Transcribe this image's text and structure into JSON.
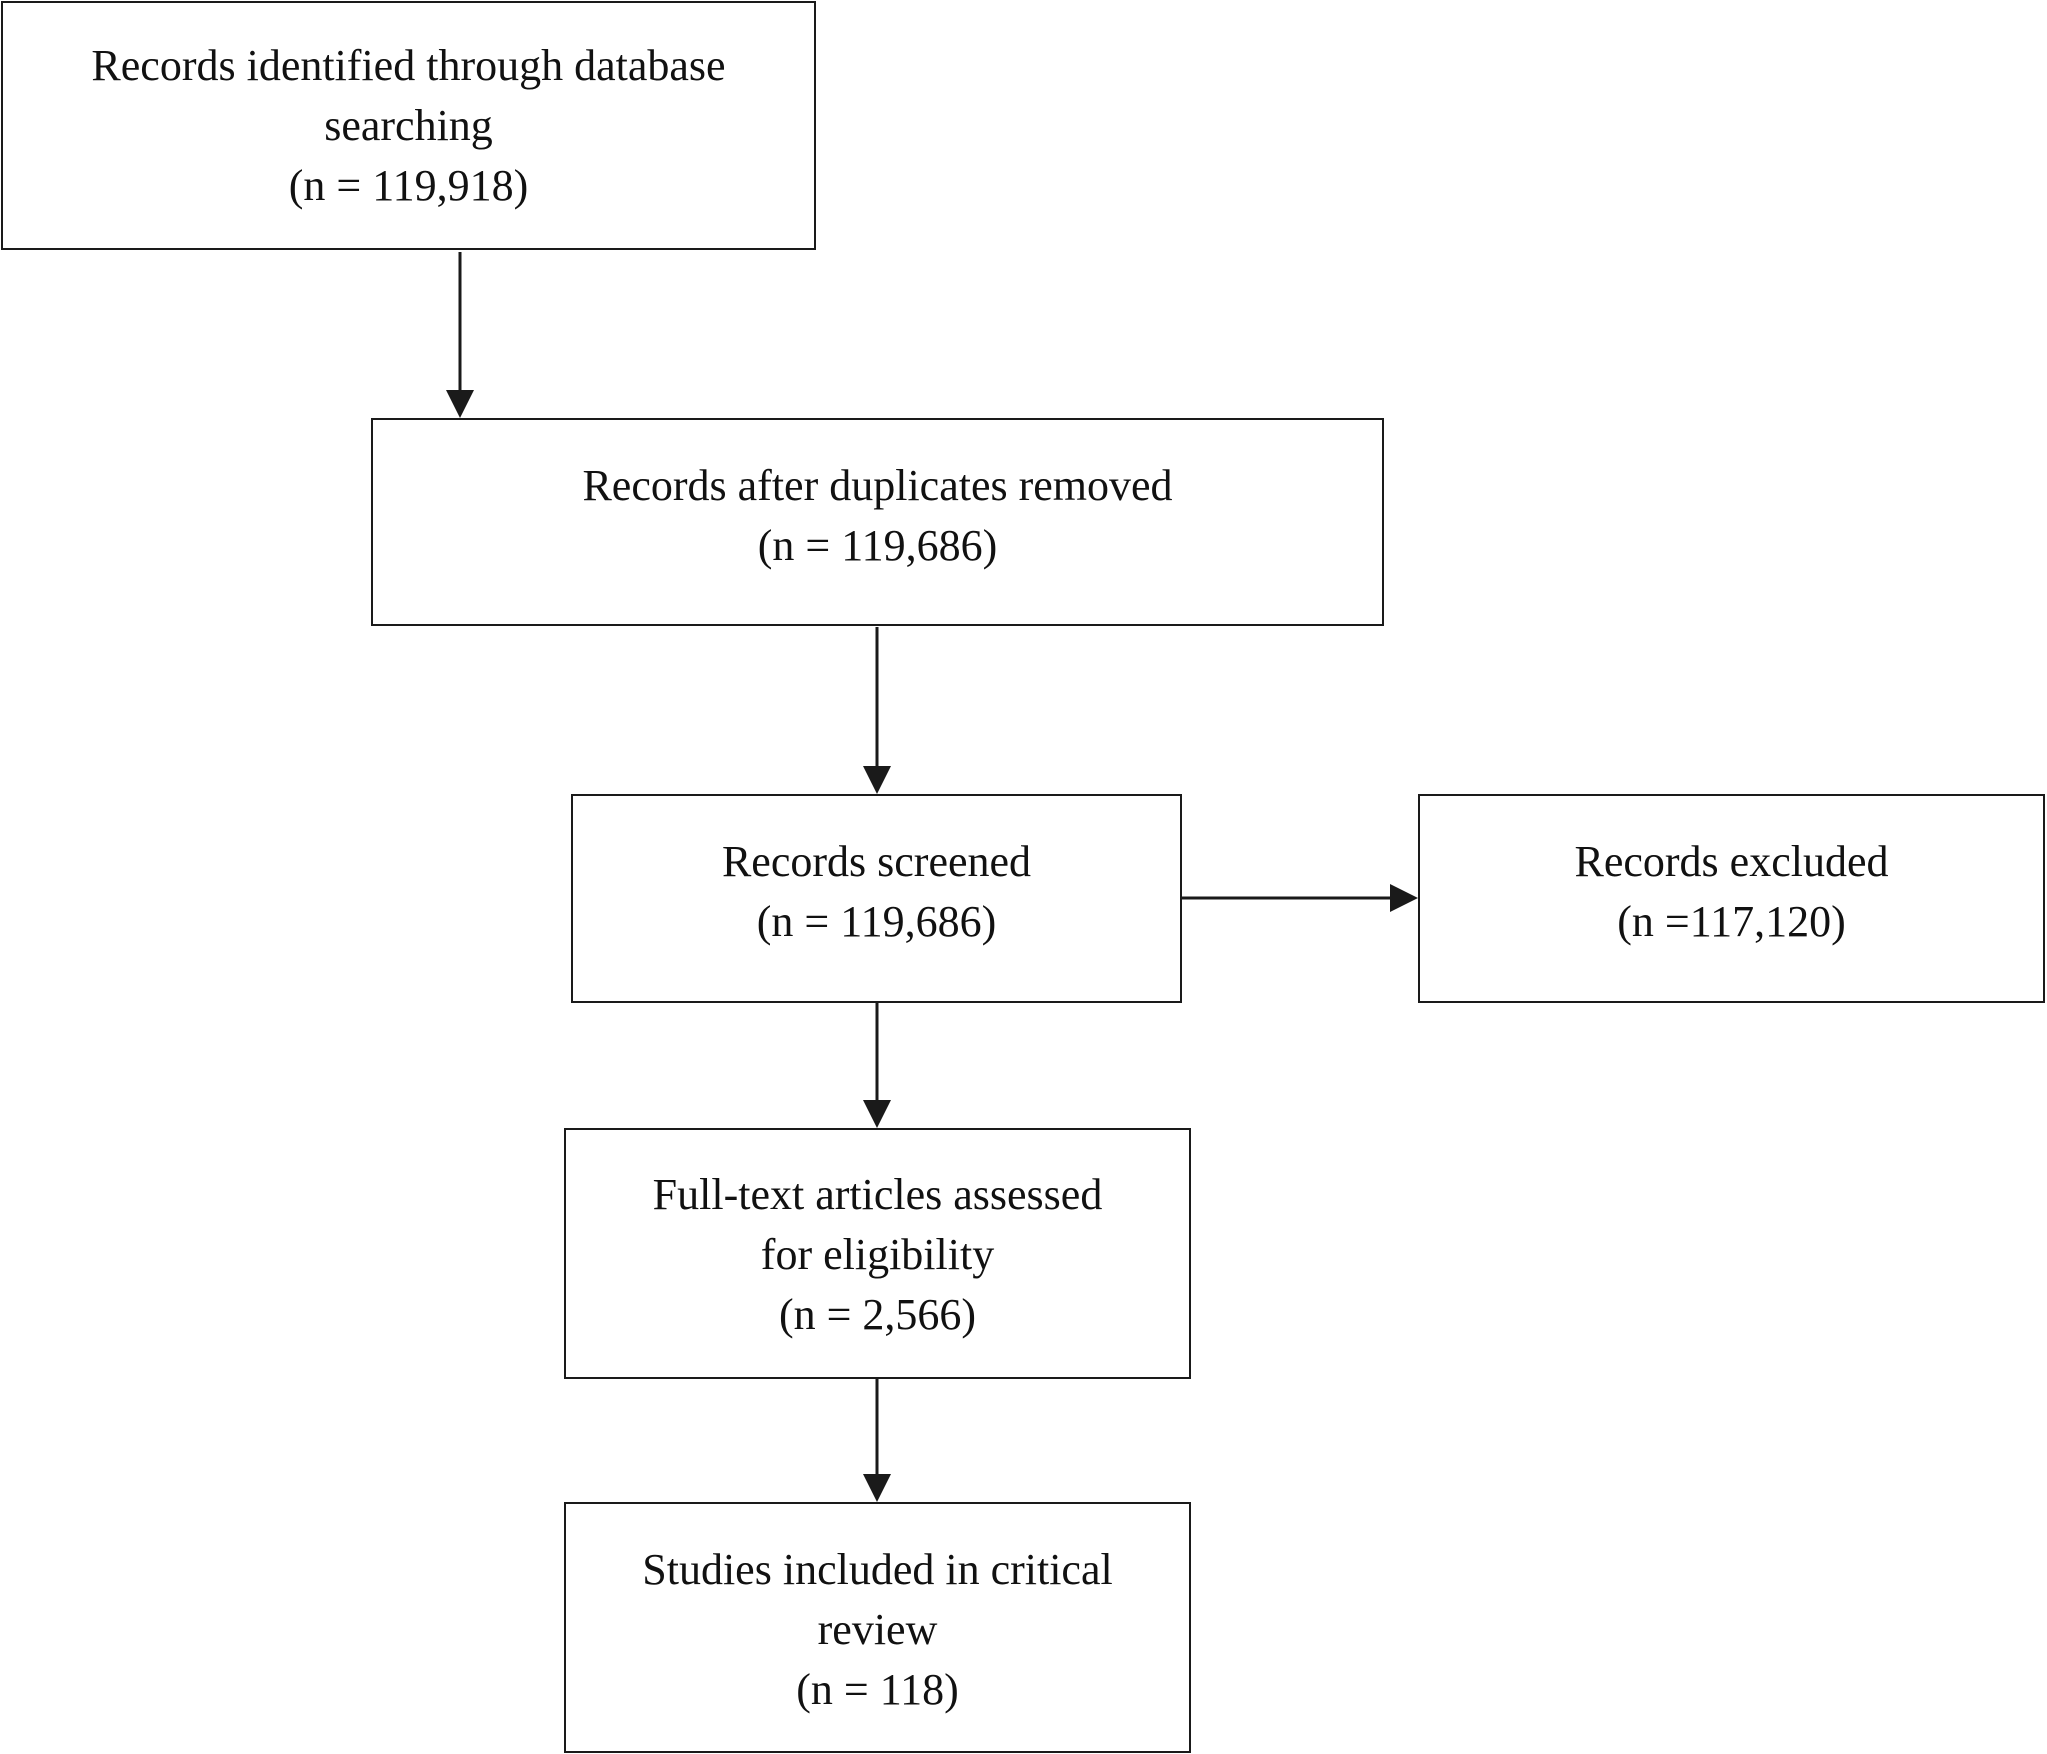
{
  "flow": {
    "identified": {
      "lines": [
        "Records identified through database",
        "searching",
        "(n = 119,918)"
      ]
    },
    "deduplicated": {
      "lines": [
        "Records after duplicates removed",
        "(n = 119,686)"
      ]
    },
    "screened": {
      "lines": [
        "Records screened",
        "(n = 119,686)"
      ]
    },
    "excluded": {
      "lines": [
        "Records excluded",
        "(n =117,120)"
      ]
    },
    "fulltext": {
      "lines": [
        "Full-text articles assessed",
        "for eligibility",
        "(n = 2,566)"
      ]
    },
    "included": {
      "lines": [
        "Studies included in critical",
        "review",
        "(n = 118)"
      ]
    }
  }
}
